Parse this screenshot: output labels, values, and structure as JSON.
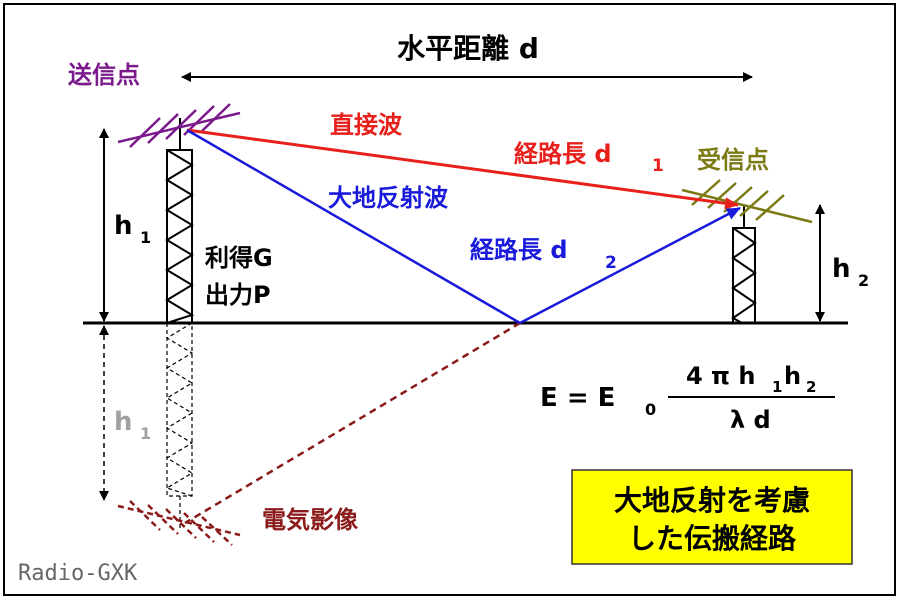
{
  "horizontal_distance": "水平距離 d",
  "transmit_point": "送信点",
  "receive_point": "受信点",
  "direct_wave": "直接波",
  "path_length_d1": "経路長 d",
  "sub_1": "1",
  "sub_2": "2",
  "ground_reflected_wave": "大地反射波",
  "path_length_d2": "経路長 d",
  "h_label": "h",
  "gain": "利得G",
  "power": "出力P",
  "electric_image": "電気影像",
  "formula": {
    "lhs": "E = E",
    "sub0": "0",
    "numerator_prefix": "4 π h",
    "numerator_mid": "h",
    "denominator": "λ d"
  },
  "note_line1": "大地反射を考慮",
  "note_line2": "した伝搬経路",
  "watermark": "Radio-GXK",
  "colors": {
    "purple": "#7b1a8c",
    "red": "#e8201c",
    "blue": "#1a1adb",
    "olive": "#7c7a14",
    "darkred": "#8b1a1a",
    "gray": "#a0a0a0",
    "note_bg": "#ffff00"
  }
}
